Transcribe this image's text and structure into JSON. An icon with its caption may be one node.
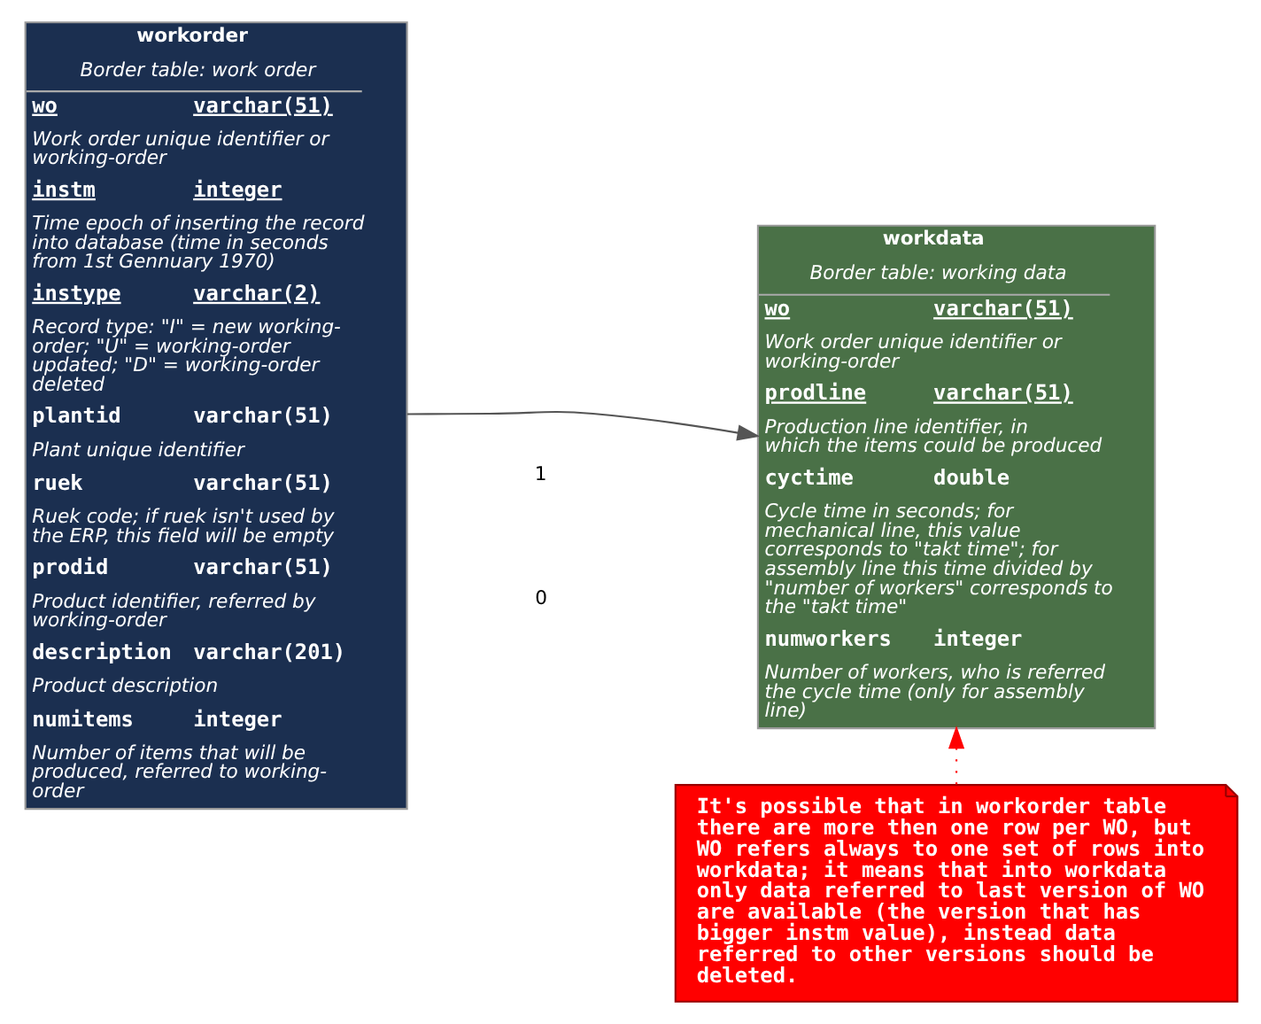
{
  "diagram": {
    "nodes": [
      {
        "text": [
          "workorder",
          "Border table: work order",
          "wo",
          "varchar(51)",
          "Work order unique identifier or working-order",
          "instm",
          "integer",
          "Time epoch of inserting the record into database (time in seconds from 1st Gennuary 1970)",
          "instype",
          "varchar(2)",
          "Record type: \"I\" = new working-order; \"U\" = working-order updated; \"D\" = working-order deleted",
          "plantid",
          "varchar(51)",
          "Plant unique identifier",
          "ruek",
          "varchar(51)",
          "Ruek code; if ruek isn't used by the ERP, this field will be empty",
          "prodid",
          "varchar(51)",
          "Product identifier, referred by working-order",
          "description",
          "varchar(201)",
          "Product description",
          "numitems",
          "integer",
          "Number of items that will be produced, referred to working-order"
        ]
      },
      {
        "text": [
          "workdata",
          "Border table: working data",
          "wo",
          "varchar(51)",
          "Work order unique identifier or working-order",
          "prodline",
          "varchar(51)",
          "Production line identifier, in which the items could be produced",
          "cyctime",
          "double",
          "Cycle time in seconds; for mechanical line, this value corresponds to \"takt time\"; for assembly line this time divided by \"number of workers\" corresponds to the \"takt time\"",
          "numworkers",
          "integer",
          "Number of workers, who is referred the cycle time (only for assembly line)"
        ]
      },
      {
        "text": [
          "It's possible that in workorder table there are more then one row per WO, but WO refers always to one set of rows into workdata; it means that into workdata only data referred to last version of WO are available (the version that has bigger instm value), instead data referred to other versions should be deleted."
        ]
      }
    ],
    "edges": [
      {
        "from": 0,
        "to": 1,
        "arrow": "to"
      },
      {
        "from": 2,
        "to": 1,
        "arrow": "to",
        "style": "dashed",
        "color": "#ff0000"
      }
    ],
    "labels": [
      "1",
      "0"
    ]
  }
}
